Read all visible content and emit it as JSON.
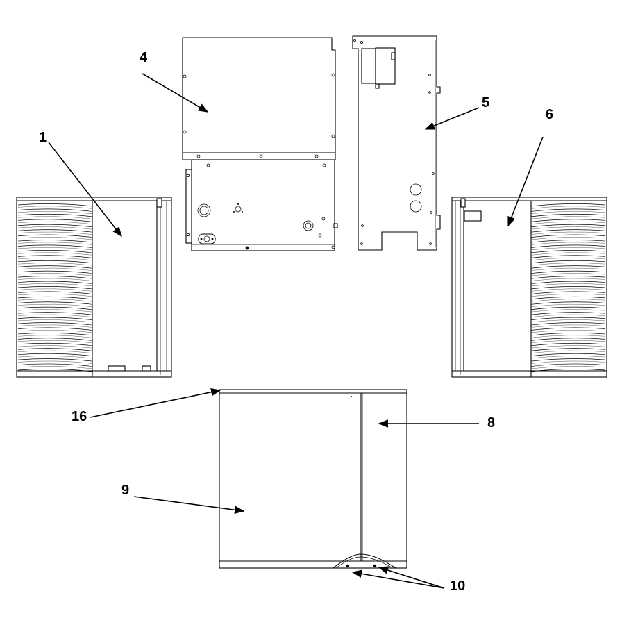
{
  "diagram": {
    "callouts": [
      {
        "id": "1",
        "label": "1"
      },
      {
        "id": "4",
        "label": "4"
      },
      {
        "id": "5",
        "label": "5"
      },
      {
        "id": "6",
        "label": "6"
      },
      {
        "id": "16",
        "label": "16"
      },
      {
        "id": "8",
        "label": "8"
      },
      {
        "id": "9",
        "label": "9"
      },
      {
        "id": "10",
        "label": "10"
      }
    ],
    "colors": {
      "line": "#000000",
      "background": "#ffffff"
    }
  }
}
